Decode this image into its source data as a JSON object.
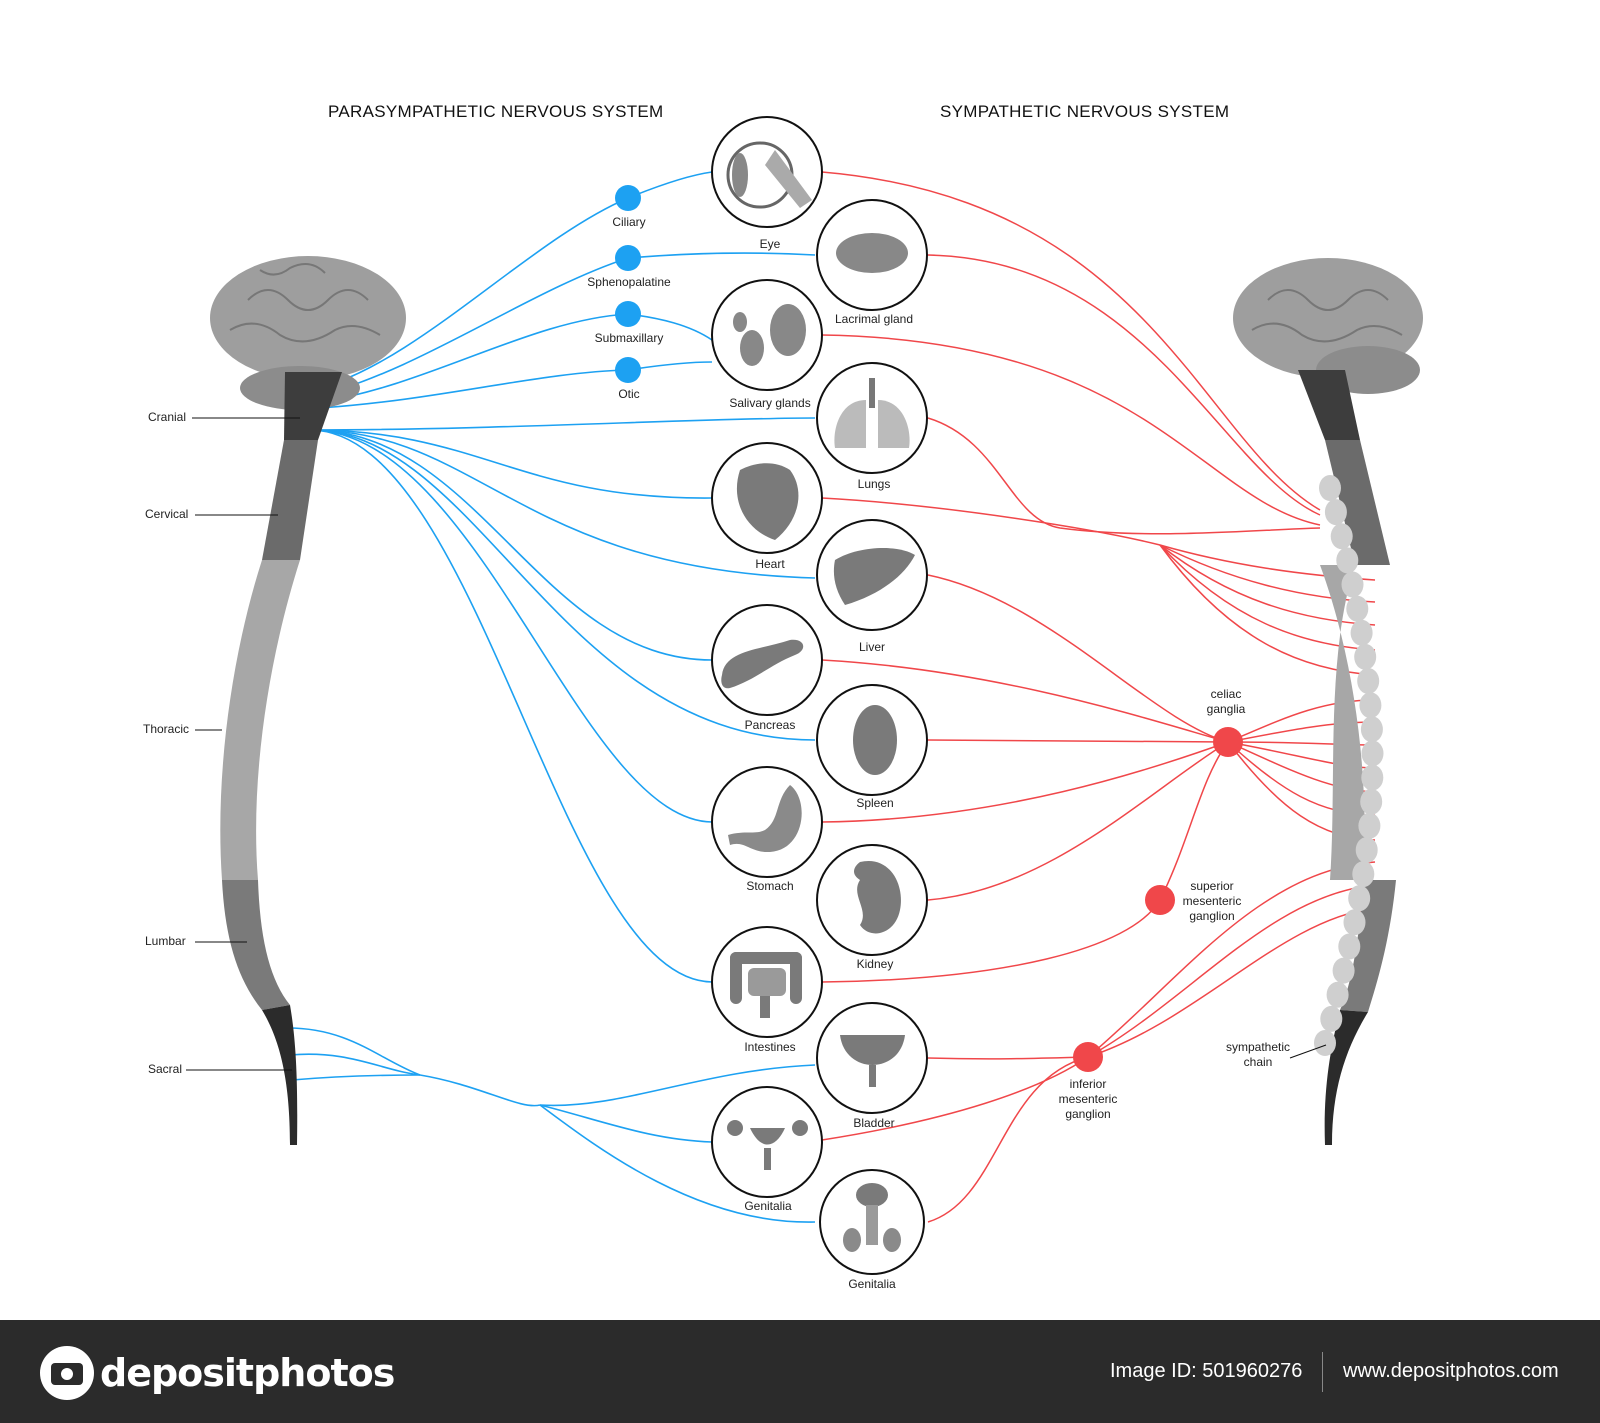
{
  "headings": {
    "parasympathetic": "PARASYMPATHETIC NERVOUS SYSTEM",
    "sympathetic": "SYMPATHETIC NERVOUS SYSTEM"
  },
  "spine_regions": [
    "Cranial",
    "Cervical",
    "Thoracic",
    "Lumbar",
    "Sacral"
  ],
  "parasympathetic_ganglia": [
    "Ciliary",
    "Sphenopalatine",
    "Submaxillary",
    "Otic"
  ],
  "organs": [
    "Eye",
    "Lacrimal gland",
    "Salivary glands",
    "Lungs",
    "Heart",
    "Liver",
    "Pancreas",
    "Spleen",
    "Stomach",
    "Kidney",
    "Intestines",
    "Bladder",
    "Genitalia",
    "Genitalia"
  ],
  "sympathetic_ganglia": {
    "celiac": [
      "celiac",
      "ganglia"
    ],
    "superior_mesenteric": [
      "superior",
      "mesenteric",
      "ganglion"
    ],
    "inferior_mesenteric": [
      "inferior",
      "mesenteric",
      "ganglion"
    ]
  },
  "sympathetic_chain": [
    "sympathetic",
    "chain"
  ],
  "colors": {
    "parasympathetic": "#1da1f2",
    "sympathetic": "#f0474a",
    "brain": "#9e9e9e",
    "footer": "#2b2b2b"
  },
  "footer": {
    "logo_text": "depositphotos",
    "image_id": "Image ID: 501960276",
    "site": "www.depositphotos.com"
  }
}
